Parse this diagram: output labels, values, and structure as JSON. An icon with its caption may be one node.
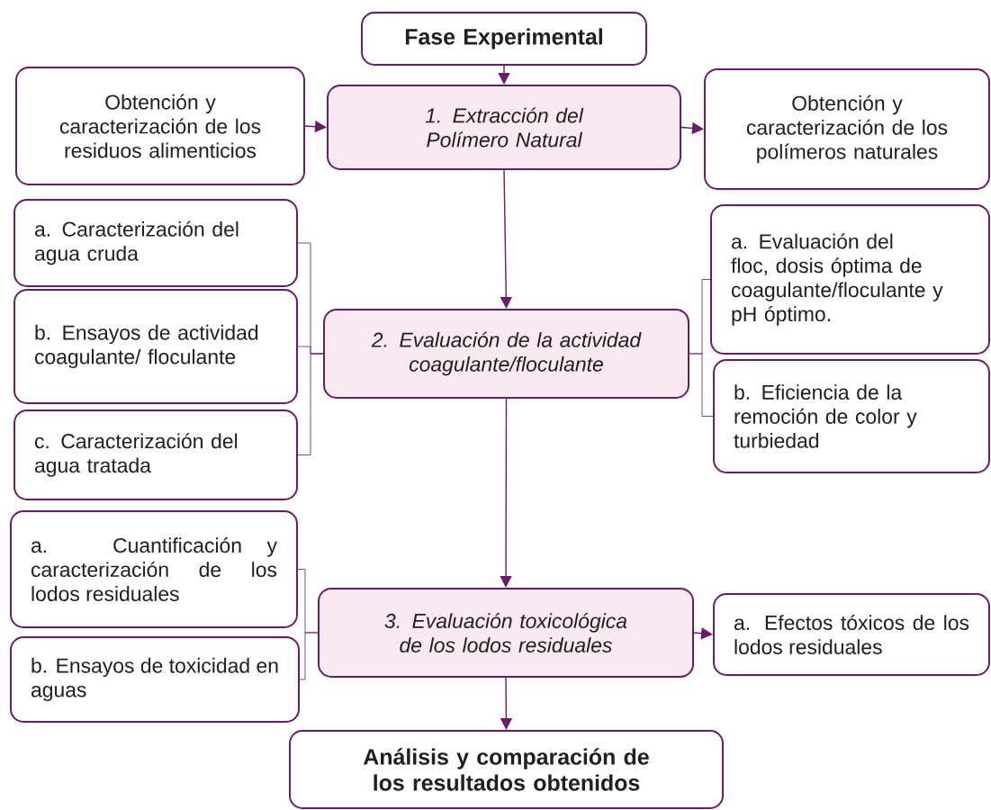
{
  "diagram": {
    "nodes": [
      {
        "text": [
          "Fase Experimental"
        ]
      },
      {
        "text": [
          "Obtención y caracterización de los residuos alimenticios"
        ]
      },
      {
        "text": [
          "1. Extracción del Polímero Natural"
        ]
      },
      {
        "text": [
          "Obtención y caracterización de los polímeros naturales"
        ]
      },
      {
        "text": [
          "a. Caracterización del agua cruda"
        ]
      },
      {
        "text": [
          "b. Ensayos de actividad coagulante/ floculante"
        ]
      },
      {
        "text": [
          "c. Caracterización del agua tratada"
        ]
      },
      {
        "text": [
          "2. Evaluación de la actividad coagulante/floculante"
        ]
      },
      {
        "text": [
          "a. Evaluación del floc, dosis óptima de coagulante/floculante y pH óptimo."
        ]
      },
      {
        "text": [
          "b. Eficiencia de la remoción de color y turbiedad"
        ]
      },
      {
        "text": [
          "a. Cuantificación y caracterización de los lodos residuales"
        ]
      },
      {
        "text": [
          "b. Ensayos de toxicidad en aguas"
        ]
      },
      {
        "text": [
          "3. Evaluación toxicológica de los lodos residuales"
        ]
      },
      {
        "text": [
          "a. Efectos tóxicos de los lodos residuales"
        ]
      },
      {
        "text": [
          "Análisis y comparación de los resultados obtenidos"
        ]
      }
    ],
    "edges": [
      {
        "from": 0,
        "to": 2,
        "arrow": "to"
      },
      {
        "from": 1,
        "to": 2,
        "arrow": "to"
      },
      {
        "from": 2,
        "to": 3,
        "arrow": "to"
      },
      {
        "from": 2,
        "to": 7,
        "arrow": "to"
      },
      {
        "from": 7,
        "to": 4,
        "arrow": "none"
      },
      {
        "from": 7,
        "to": 5,
        "arrow": "none"
      },
      {
        "from": 7,
        "to": 6,
        "arrow": "none"
      },
      {
        "from": 7,
        "to": 8,
        "arrow": "none"
      },
      {
        "from": 7,
        "to": 9,
        "arrow": "none"
      },
      {
        "from": 7,
        "to": 12,
        "arrow": "to"
      },
      {
        "from": 12,
        "to": 10,
        "arrow": "none"
      },
      {
        "from": 12,
        "to": 11,
        "arrow": "none"
      },
      {
        "from": 12,
        "to": 13,
        "arrow": "to"
      },
      {
        "from": 12,
        "to": 14,
        "arrow": "to"
      }
    ]
  }
}
